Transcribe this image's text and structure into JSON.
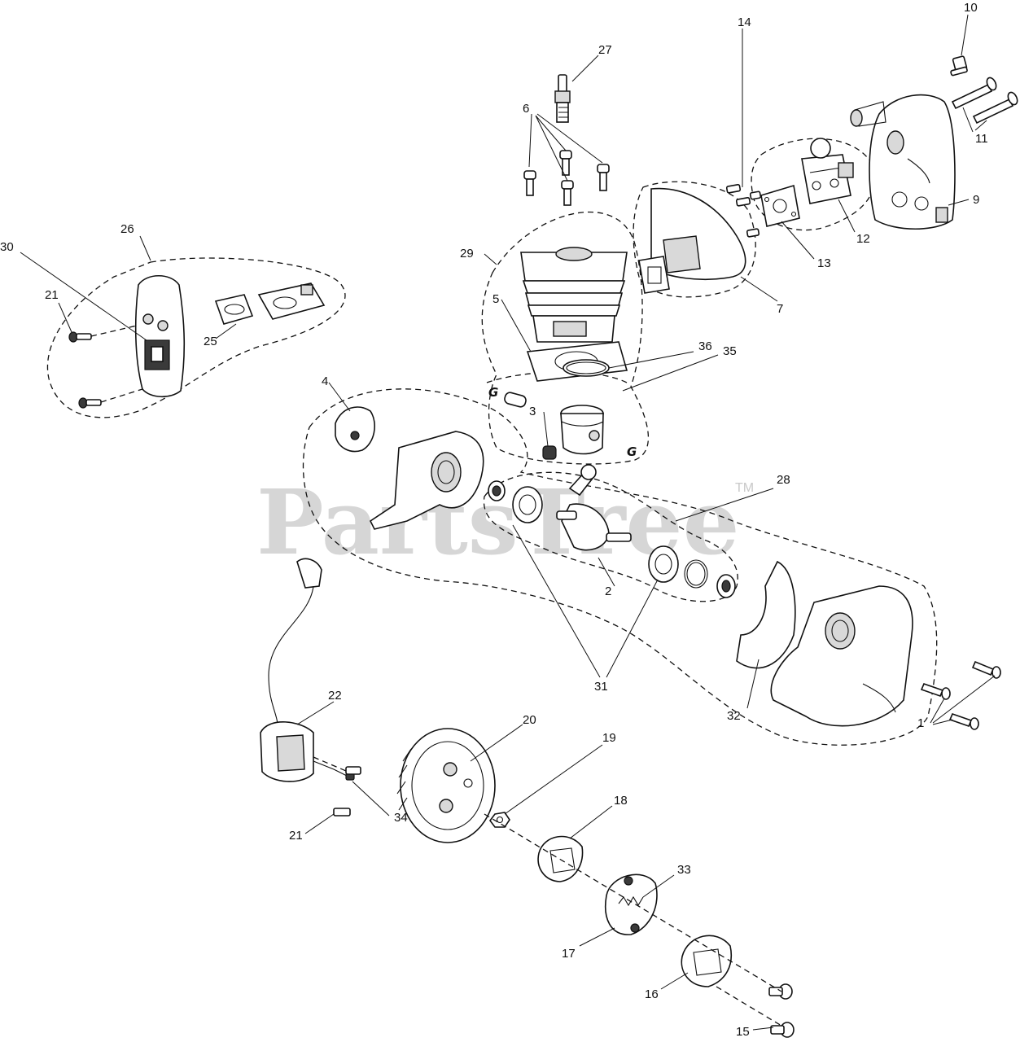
{
  "watermark": {
    "text": "PartsTree",
    "tm": "TM"
  },
  "group_marks": {
    "g_left": "G",
    "g_right": "G"
  },
  "labels": {
    "l1": "1",
    "l2": "2",
    "l3": "3",
    "l4": "4",
    "l5": "5",
    "l6": "6",
    "l7": "7",
    "l9": "9",
    "l10": "10",
    "l11": "11",
    "l12": "12",
    "l13": "13",
    "l14": "14",
    "l15": "15",
    "l16": "16",
    "l17": "17",
    "l18": "18",
    "l19": "19",
    "l20": "20",
    "l21a": "21",
    "l21b": "21",
    "l22": "22",
    "l25": "25",
    "l26": "26",
    "l27": "27",
    "l28": "28",
    "l29": "29",
    "l30": "30",
    "l31": "31",
    "l32": "32",
    "l33": "33",
    "l34": "34",
    "l35": "35",
    "l36": "36"
  }
}
